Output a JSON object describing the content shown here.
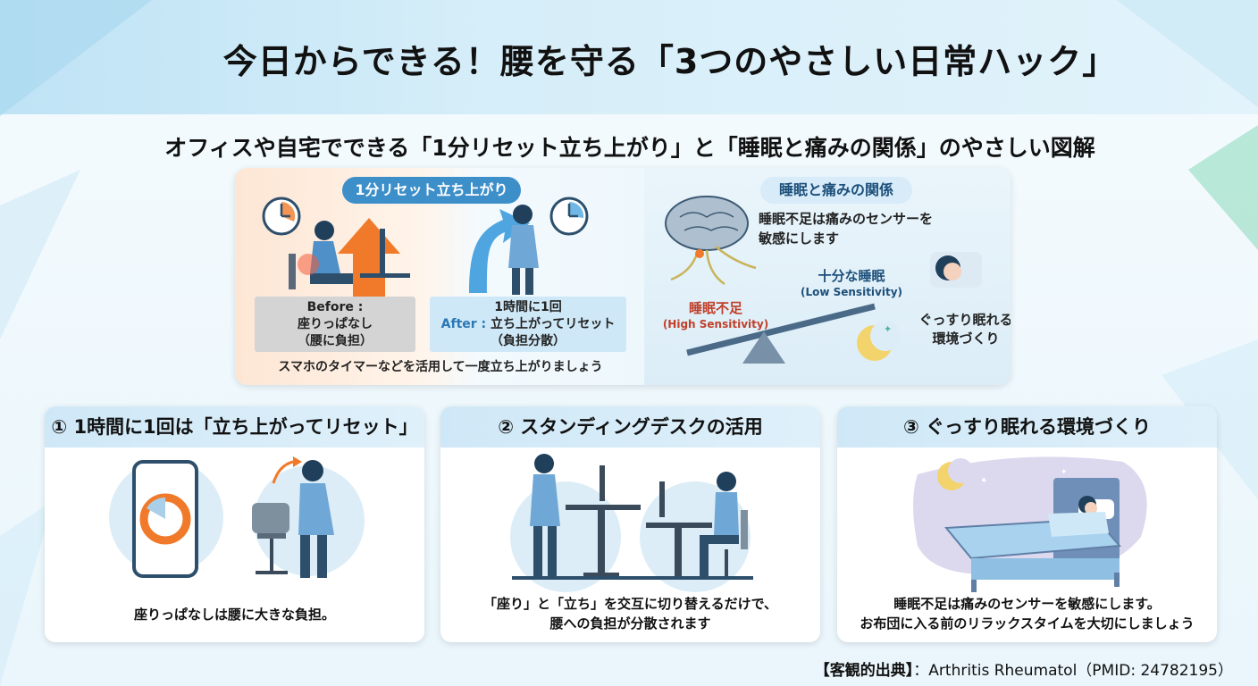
{
  "title": "今日からできる！腰を守る「3つのやさしい日常ハック」",
  "subtitle": "オフィスや自宅でできる「1分リセット立ち上がり」と「睡眠と痛みの関係」のやさしい図解",
  "top_panel": {
    "left": {
      "pill": "1分リセット立ち上がり",
      "before": {
        "line1": "Before :",
        "line2": "座りっぱなし",
        "line3": "（腰に負担）"
      },
      "after": {
        "line1": "1時間に1回",
        "line2_prefix": "After : ",
        "line2_text": "立ち上がってリセット",
        "line3": "（負担分散）"
      },
      "note": "スマホのタイマーなどを活用して一度立ち上がりましょう"
    },
    "right": {
      "pill": "睡眠と痛みの関係",
      "desc_line1": "睡眠不足は痛みのセンサーを",
      "desc_line2": "敏感にします",
      "good_sleep": "十分な睡眠",
      "good_sleep_sub": "(Low Sensitivity)",
      "lack_sleep": "睡眠不足",
      "lack_sleep_sub": "(High Sensitivity)",
      "env_line1": "ぐっすり眠れる",
      "env_line2": "環境づくり"
    }
  },
  "cards": [
    {
      "title": "① 1時間に1回は「立ち上がってリセット」",
      "caption_line1": "座りっぱなしは腰に大きな負担。",
      "caption_line2": ""
    },
    {
      "title": "② スタンディングデスクの活用",
      "caption_line1": "「座り」と「立ち」を交互に切り替えるだけで、",
      "caption_line2": "腰への負担が分散されます"
    },
    {
      "title": "③ ぐっすり眠れる環境づくり",
      "caption_line1": "睡眠不足は痛みのセンサーを敏感にします。",
      "caption_line2": "お布団に入る前のリラックスタイムを大切にしましょう"
    }
  ],
  "source": {
    "label": "【客観的出典】",
    "text": "：Arthritis Rheumatol（PMID: 24782195）"
  },
  "colors": {
    "accent_blue": "#3d8fc9",
    "accent_orange": "#f07a2a",
    "warning_red": "#c0402a",
    "navy": "#1c4f7a"
  }
}
